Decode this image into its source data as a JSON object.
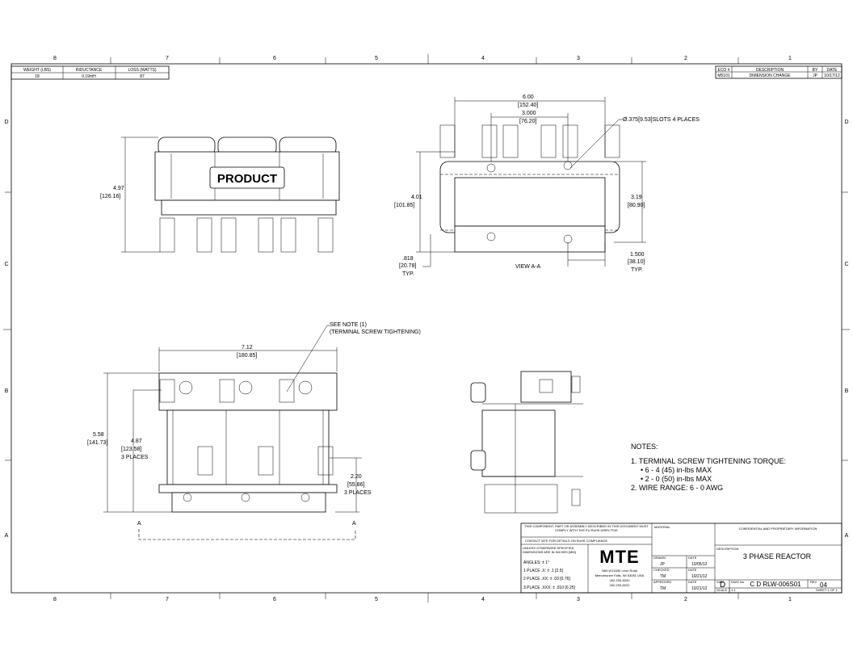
{
  "zones": {
    "cols": [
      "8",
      "7",
      "6",
      "5",
      "4",
      "3",
      "2",
      "1"
    ],
    "rows": [
      "D",
      "C",
      "B",
      "A"
    ]
  },
  "spec_table": {
    "headers": [
      "WEIGHT (LBS)",
      "INDUCTANCE",
      "LOSS (WATTS)"
    ],
    "values": [
      "18",
      "0.19mH",
      "87"
    ]
  },
  "revision": {
    "headers": [
      "ECO #",
      "DESCRIPTION",
      "BY",
      "DATE"
    ],
    "row": [
      "M5101",
      "DIMENSION CHANGE",
      "JP",
      "10/17/12"
    ]
  },
  "front_view": {
    "label": "PRODUCT",
    "height": "4.97",
    "height_mm": "[126.16]"
  },
  "view_aa": {
    "title": "VIEW A-A",
    "width": "6.00",
    "width_mm": "[152.40]",
    "spacing": "3.000",
    "spacing_mm": "[76.20]",
    "slots": "Ø.375[9.53]SLOTS 4 PLACES",
    "height": "4.01",
    "height_mm": "[101.85]",
    "slot_height": "3.19",
    "slot_height_mm": "[80.90]",
    "offset": ".818",
    "offset_mm": "[20.78]",
    "offset_note": "TYP.",
    "pitch": "1.500",
    "pitch_mm": "[38.10]",
    "pitch_note": "TYP."
  },
  "top_view": {
    "note1": "SEE NOTE (1)",
    "note2": "(TERMINAL SCREW TIGHTENING)",
    "width": "7.12",
    "width_mm": "[180.85]",
    "height": "5.58",
    "height_mm": "[141.73]",
    "term_h": "4.87",
    "term_h_mm": "[123.58]",
    "term_h_note": "3 PLACES",
    "low_h": "2.20",
    "low_h_mm": "[55.86]",
    "low_h_note": "3 PLACES",
    "section": "A"
  },
  "notes": {
    "title": "NOTES:",
    "items": [
      "1.  TERMINAL SCREW TIGHTENING TORQUE:",
      "•  6 - 4 (45) in-lbs MAX",
      "•  2 - 0 (50) in-lbs MAX",
      "2.  WIRE RANGE: 6 - 0 AWG"
    ]
  },
  "title_block": {
    "compliance": "THIS COMPONENT, PART OR ASSEMBLY DESCRIBED IN THIS DOCUMENT MUST COMPLY WITH THE EU RoHS DIRECTIVE",
    "contact": "CONTACT MTE FOR DETAILS ON RoHS COMPLIANCE",
    "tolerances": [
      "UNLESS OTHERWISE SPECIFIED DIMENSIONS ARE IN INCHES [MM]",
      "ANGLES: ± 1°",
      "1 PLACE .X: ± .1 [2.5]",
      "2 PLACE .XX: ± .03 [0.76]",
      "3 PLACE .XXX: ± .010 [0.25]"
    ],
    "logo": "MTE",
    "address": [
      "N83 W13330 Leon Road",
      "Menomonee Falls, WI 53051 USA",
      "262-253-8200",
      "262-253-8222"
    ],
    "material_label": "MATERIAL",
    "drawn_label": "DRAWN",
    "drawn": "JP",
    "drawn_date_label": "DATE",
    "drawn_date": "10/05/12",
    "checked_label": "CHECKED",
    "checked": "TM",
    "checked_date_label": "DATE",
    "checked_date": "10/21/12",
    "approved_label": "APPROVED",
    "approved": "TM",
    "approved_date_label": "DATE",
    "approved_date": "10/21/12",
    "confidential": "CONFIDENTIAL AND PROPRIETARY INFORMATION",
    "description_label": "DESCRIPTION",
    "description": "3 PHASE REACTOR",
    "size_label": "SIZE",
    "size": "D",
    "dwg_label": "DWG No.",
    "dwg": "C D RLW-006S01",
    "rev_label": "REV",
    "rev": "04",
    "scale_label": "SCALE",
    "scale": "1:1",
    "sheet": "SHEET 1 OF 1"
  }
}
